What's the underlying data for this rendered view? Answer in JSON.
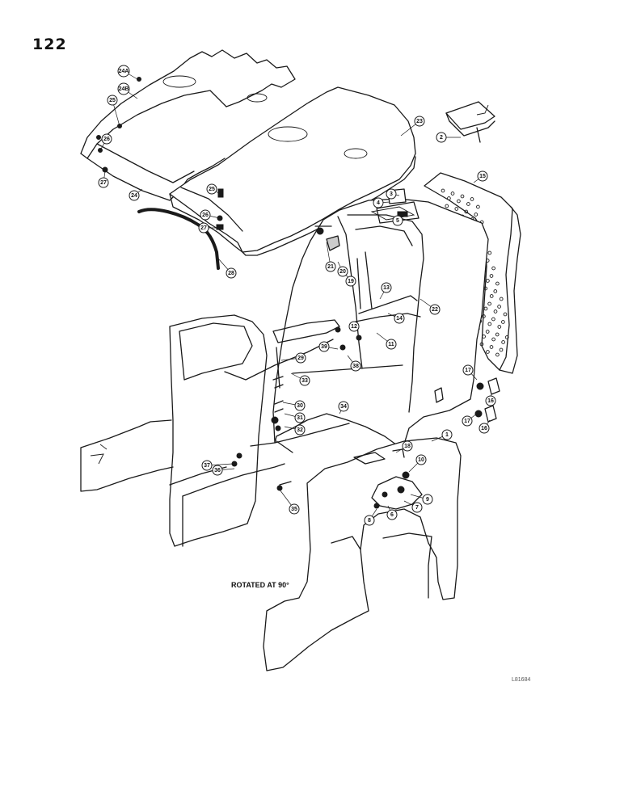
{
  "page_number": "122",
  "note": "ROTATED AT 90°",
  "drawing_code": "L81684",
  "callouts": [
    "24A",
    "24B",
    "25",
    "26",
    "27",
    "24",
    "28",
    "25",
    "26",
    "27",
    "23",
    "2",
    "3",
    "4",
    "5",
    "15",
    "21",
    "20",
    "19",
    "13",
    "14",
    "22",
    "12",
    "11",
    "39",
    "29",
    "38",
    "33",
    "30",
    "31",
    "32",
    "34",
    "17",
    "16",
    "17",
    "16",
    "1",
    "18",
    "10",
    "9",
    "7",
    "6",
    "8",
    "37",
    "36",
    "35"
  ]
}
